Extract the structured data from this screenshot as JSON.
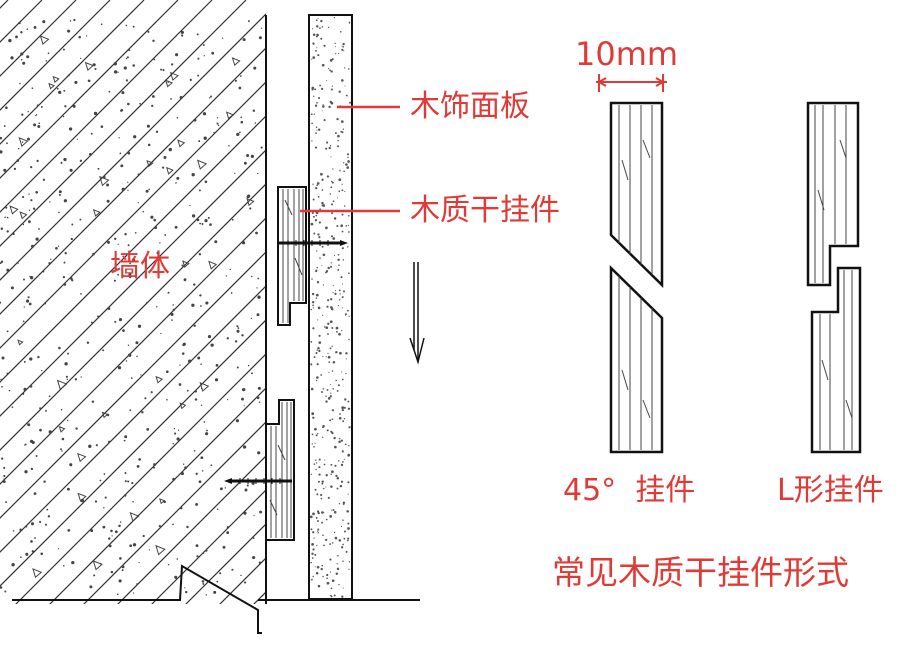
{
  "labels": {
    "dimension": "10mm",
    "wood_panel": "木饰面板",
    "wood_hanger": "木质干挂件",
    "wall": "墙体",
    "hanger_45": "45°  挂件",
    "hanger_l": "L形挂件",
    "caption": "常见木质干挂件形式"
  },
  "colors": {
    "accent": "#e03a36",
    "line": "#111111"
  }
}
